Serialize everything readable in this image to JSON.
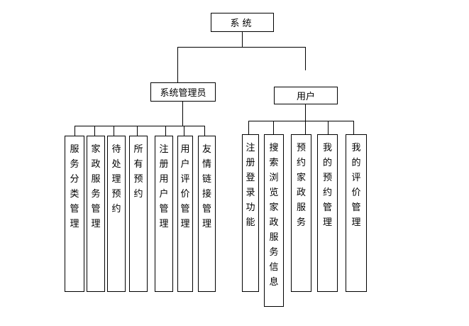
{
  "root": {
    "label": "系统"
  },
  "branches": [
    {
      "label": "系统管理员",
      "children": [
        "服务分类管理",
        "家政服务管理",
        "待处理预约",
        "所有预约",
        "注册用户管理",
        "用户评价管理",
        "友情链接管理"
      ]
    },
    {
      "label": "用户",
      "children": [
        "注册登录功能",
        "搜索浏览家政服务信息",
        "预约家政服务",
        "我的预约管理",
        "我的评价管理"
      ]
    }
  ]
}
